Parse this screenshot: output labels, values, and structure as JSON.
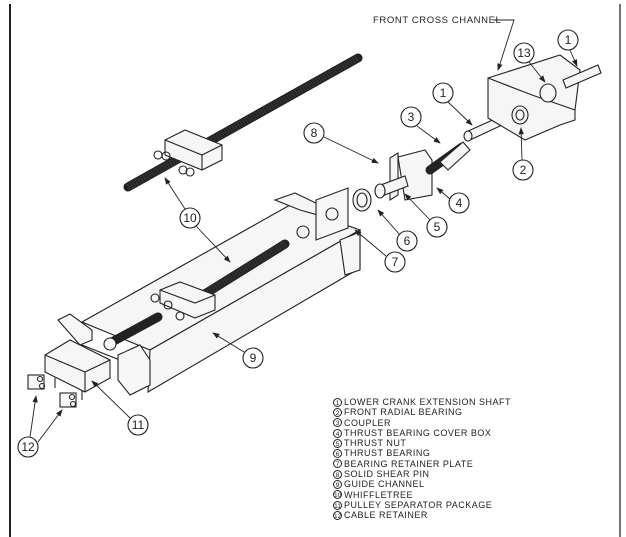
{
  "diagram": {
    "caption": "FRONT CROSS CHANNEL",
    "callouts": {
      "c1a": "1",
      "c1b": "1",
      "c2": "2",
      "c3": "3",
      "c4": "4",
      "c5": "5",
      "c6": "6",
      "c7": "7",
      "c8": "8",
      "c9": "9",
      "c10": "10",
      "c11": "11",
      "c12": "12",
      "c13": "13"
    }
  },
  "legend": [
    {
      "num": "1",
      "label": "LOWER CRANK EXTENSION SHAFT"
    },
    {
      "num": "2",
      "label": "FRONT RADIAL BEARING"
    },
    {
      "num": "3",
      "label": "COUPLER"
    },
    {
      "num": "4",
      "label": "THRUST BEARING COVER BOX"
    },
    {
      "num": "5",
      "label": "THRUST NUT"
    },
    {
      "num": "6",
      "label": "THRUST BEARING"
    },
    {
      "num": "7",
      "label": "BEARING RETAINER PLATE"
    },
    {
      "num": "8",
      "label": "SOLID SHEAR PIN"
    },
    {
      "num": "9",
      "label": "GUIDE CHANNEL"
    },
    {
      "num": "10",
      "label": "WHIFFLETREE"
    },
    {
      "num": "11",
      "label": "PULLEY SEPARATOR PACKAGE"
    },
    {
      "num": "12",
      "label": "CABLE RETAINER"
    }
  ]
}
